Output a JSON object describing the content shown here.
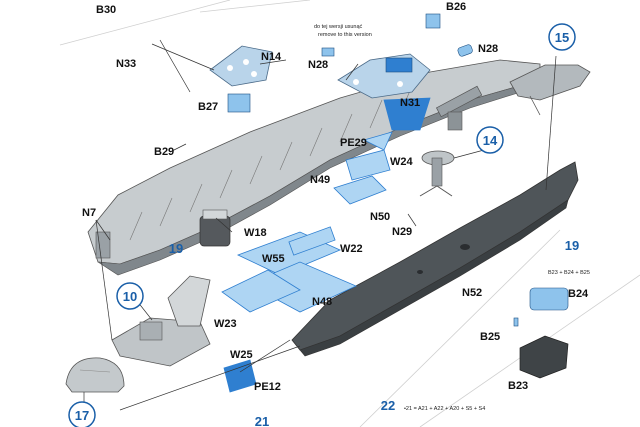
{
  "colors": {
    "hull_dark": "#4f5559",
    "hull_grey": "#9aa1a6",
    "hull_light": "#c7cccf",
    "blue_part": "#8ec3ec",
    "blue_dark": "#2f7fd0",
    "step_blue": "#1a5fa8",
    "line": "#333333"
  },
  "labels": {
    "b30": "B30",
    "b26": "B26",
    "n14": "N14",
    "n33": "N33",
    "n28a": "N28",
    "n28b": "N28",
    "b27": "B27",
    "n31": "N31",
    "b29": "B29",
    "pe29": "PE29",
    "w24": "W24",
    "n49": "N49",
    "n7": "N7",
    "n50": "N50",
    "n29": "N29",
    "w18": "W18",
    "w22": "W22",
    "w55": "W55",
    "n52": "N52",
    "b24": "B24",
    "w23": "W23",
    "n48": "N48",
    "b25": "B25",
    "w25": "W25",
    "pe12": "PE12",
    "b23": "B23"
  },
  "steps": {
    "s15": "15",
    "s14": "14",
    "s19a": "19",
    "s19b": "19",
    "s10": "10",
    "s17": "17",
    "s21": "21",
    "s22": "22"
  },
  "notes": {
    "remove_pl": "do tej wersji usunąć",
    "remove_en": "remove to this version",
    "b_combo": "B23 + B24 + B25",
    "a_combo": "•21 = A21 + A22 + A20 + S5 + S4"
  }
}
